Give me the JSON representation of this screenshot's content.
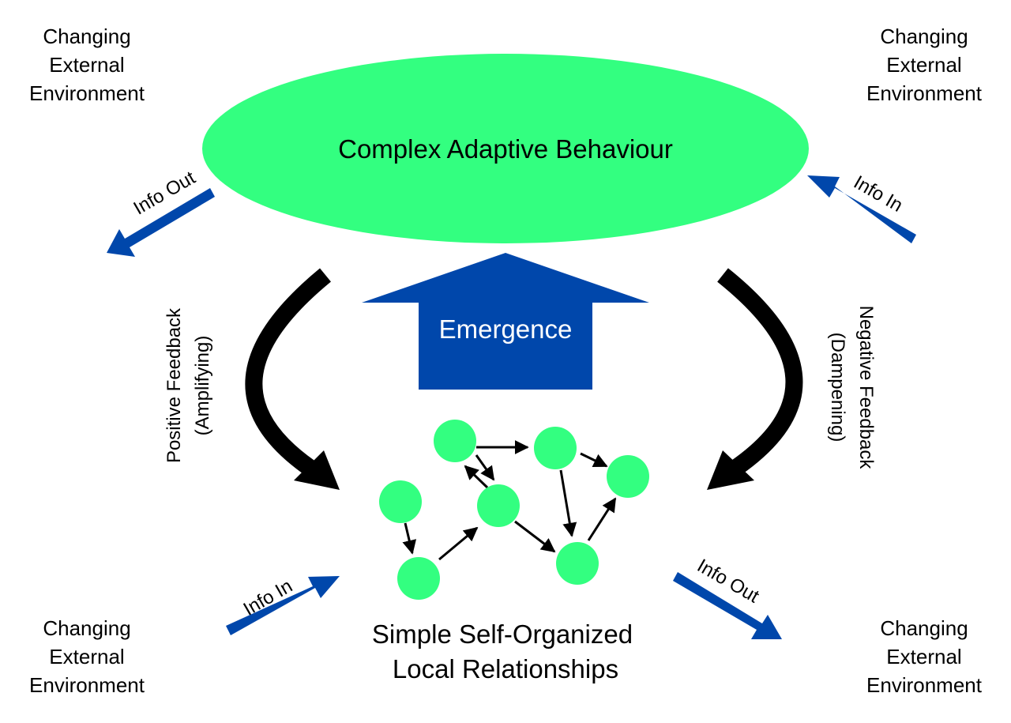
{
  "environment": {
    "top_left": [
      "Changing",
      "External",
      "Environment"
    ],
    "top_right": [
      "Changing",
      "External",
      "Environment"
    ],
    "bottom_left": [
      "Changing",
      "External",
      "Environment"
    ],
    "bottom_right": [
      "Changing",
      "External",
      "Environment"
    ]
  },
  "ellipse_label": "Complex Adaptive Behaviour",
  "emergence_label": "Emergence",
  "info_arrows": {
    "top_left": "Info Out",
    "top_right": "Info In",
    "bottom_left": "Info In",
    "bottom_right": "Info Out"
  },
  "feedback": {
    "positive": [
      "Positive Feedback",
      "(Amplifying)"
    ],
    "negative": [
      "Negative Feedback",
      "(Dampening)"
    ]
  },
  "bottom_label": [
    "Simple Self-Organized",
    "Local Relationships"
  ],
  "colors": {
    "green": "#33ff80",
    "blue": "#0047ab",
    "black": "#000000"
  }
}
